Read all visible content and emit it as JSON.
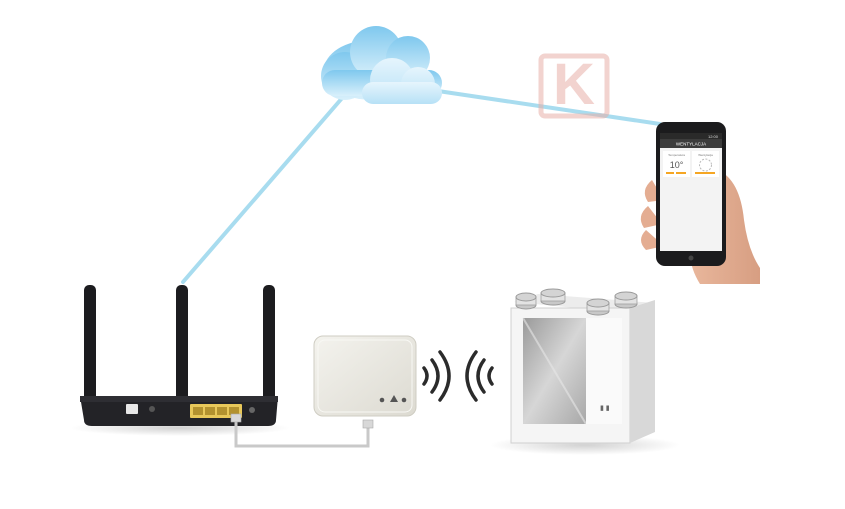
{
  "watermark": {
    "letter": "K",
    "color": "#e8b0a8"
  },
  "phone": {
    "app_title": "WENTYLACJA",
    "status_time": "12:00",
    "card_left_label": "Temperatura",
    "card_right_label": "Wentylacja",
    "temperature": "10°",
    "accent": "#f5a623"
  },
  "colors": {
    "link_line": "#a8dcef",
    "cloud": "#9fd3ef",
    "router": "#1c1c1f",
    "port": "#e8c85a",
    "cable": "#c9c9c9",
    "module": "#ecebe4",
    "signal": "#2b2b2b",
    "unit_body": "#f7f7f7",
    "unit_window": "#bfbfbf"
  },
  "icons": {
    "cloud": "cloud-icon",
    "router": "router-icon",
    "module": "wifi-module-icon",
    "unit": "recuperator-icon",
    "phone": "smartphone-icon"
  }
}
